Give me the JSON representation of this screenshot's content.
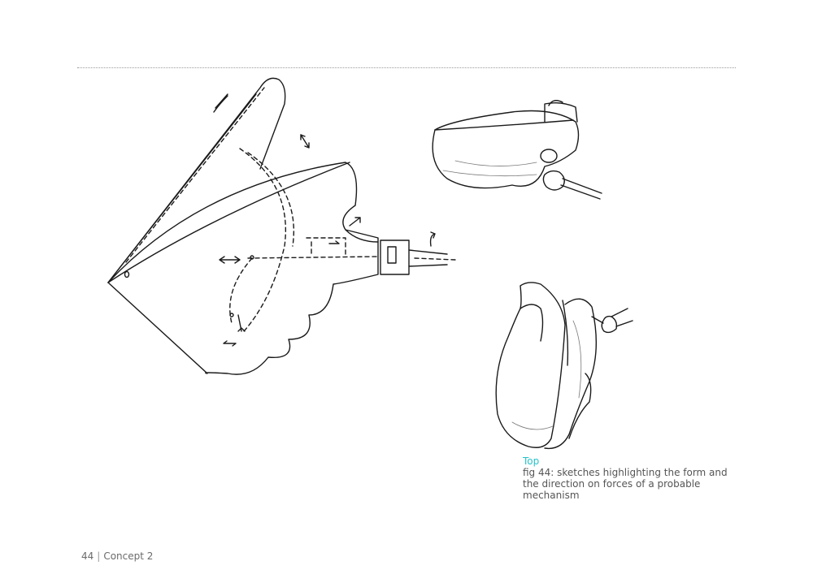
{
  "caption": {
    "label": "Top",
    "text": "fig 44: sketches highlighting the form and the direction on forces of a probable mechanism"
  },
  "footer": {
    "page_number": "44",
    "separator": "|",
    "section": "Concept 2"
  },
  "colors": {
    "accent": "#27c2c9",
    "text": "#555555",
    "rule": "#9a9a9a"
  }
}
